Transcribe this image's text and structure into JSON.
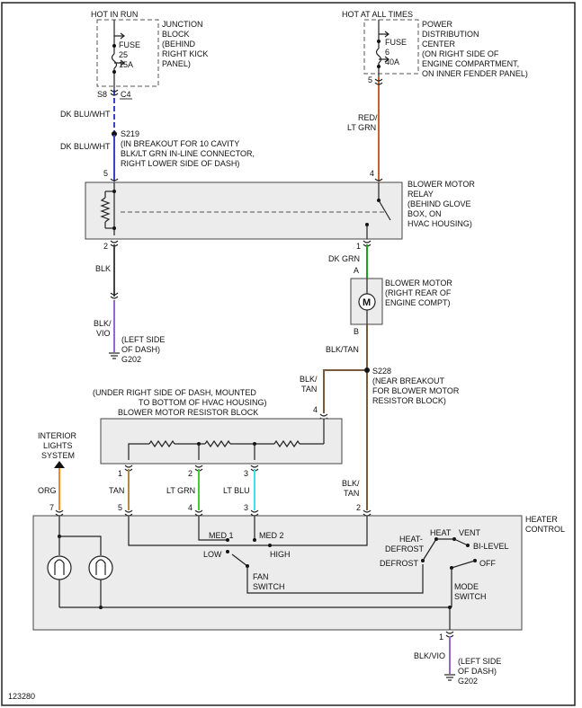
{
  "diagram_id": "123280",
  "fuse_left": {
    "power_label": "HOT IN RUN",
    "fuse_word": "FUSE",
    "fuse_number": "25",
    "fuse_amps": "15A",
    "location": [
      "JUNCTION",
      "BLOCK",
      "(BEHIND",
      "RIGHT KICK",
      "PANEL)"
    ],
    "pin": "S8",
    "connector": "C4"
  },
  "fuse_right": {
    "power_label": "HOT AT ALL TIMES",
    "fuse_word": "FUSE",
    "fuse_number": "6",
    "fuse_amps": "40A",
    "location": [
      "POWER",
      "DISTRIBUTION",
      "CENTER",
      "(ON RIGHT SIDE OF",
      "ENGINE COMPARTMENT,",
      "ON INNER FENDER PANEL)"
    ],
    "pin": "5"
  },
  "splice_s219": {
    "wire_above": "DK BLU/WHT",
    "wire_below": "DK BLU/WHT",
    "label": [
      "S219",
      "(IN BREAKOUT FOR 10 CAVITY",
      "BLK/LT GRN IN-LINE CONNECTOR,",
      "RIGHT LOWER SIDE OF DASH)"
    ]
  },
  "relay": {
    "label": [
      "BLOWER MOTOR",
      "RELAY",
      "(BEHIND GLOVE",
      "BOX, ON",
      "HVAC HOUSING)"
    ],
    "pin_top_left": "5",
    "pin_top_right": "4",
    "pin_bottom_left": "2",
    "pin_bottom_right": "1",
    "wire_in_right": [
      "RED/",
      "LT GRN"
    ]
  },
  "ground_left": {
    "wire_1": "BLK",
    "wire_2": [
      "BLK/",
      "VIO"
    ],
    "label": [
      "(LEFT SIDE",
      "OF DASH)",
      "G202"
    ]
  },
  "motor": {
    "wire_in": "DK GRN",
    "pin_a": "A",
    "pin_b": "B",
    "symbol": "M",
    "label": [
      "BLOWER MOTOR",
      "(RIGHT REAR OF",
      "ENGINE COMPT)"
    ],
    "wire_out": "BLK/TAN"
  },
  "splice_s228": {
    "label": [
      "S228",
      "(NEAR BREAKOUT",
      "FOR BLOWER MOTOR",
      "RESISTOR BLOCK)"
    ],
    "wire_branch": [
      "BLK/",
      "TAN"
    ]
  },
  "resistor_block": {
    "label": [
      "(UNDER RIGHT SIDE OF DASH, MOUNTED",
      "TO BOTTOM OF HVAC HOUSING)",
      "BLOWER MOTOR RESISTOR BLOCK"
    ],
    "pin_in": "4",
    "pins": [
      "1",
      "2",
      "3"
    ]
  },
  "interior": {
    "label": [
      "INTERIOR",
      "LIGHTS",
      "SYSTEM"
    ]
  },
  "wires_to_control": [
    {
      "name": "ORG",
      "pin": "7",
      "color": "#f28a24"
    },
    {
      "name": "TAN",
      "pin": "5",
      "color": "#b28a50"
    },
    {
      "name": "LT GRN",
      "pin": "4",
      "color": "#44cc33"
    },
    {
      "name": "LT BLU",
      "pin": "3",
      "color": "#44e0e6"
    },
    {
      "name": "BLK/\nTAN",
      "pin": "2",
      "color": "#7a5a3a"
    }
  ],
  "heater_control": {
    "label": [
      "HEATER",
      "CONTROL"
    ],
    "fan_positions": [
      "MED 1",
      "MED 2",
      "LOW",
      "HIGH"
    ],
    "fan_switch": [
      "FAN",
      "SWITCH"
    ],
    "mode_positions": [
      "HEAT-",
      "DEFROST",
      "HEAT",
      "VENT",
      "BI-LEVEL",
      "DEFROST",
      "OFF"
    ],
    "mode_switch": [
      "MODE",
      "SWITCH"
    ],
    "pin_bottom": "1"
  },
  "ground_bottom": {
    "wire": "BLK/VIO",
    "label": [
      "(LEFT SIDE",
      "OF DASH)",
      "G202"
    ]
  },
  "colors": {
    "dk_blu_wht": "#3347cc",
    "red_lt_grn": "#c8642a",
    "blk": "#444444",
    "blk_vio": "#9966cc",
    "dk_grn": "#1aa31a",
    "blk_tan": "#7a5a3a",
    "frame": "#222222"
  }
}
